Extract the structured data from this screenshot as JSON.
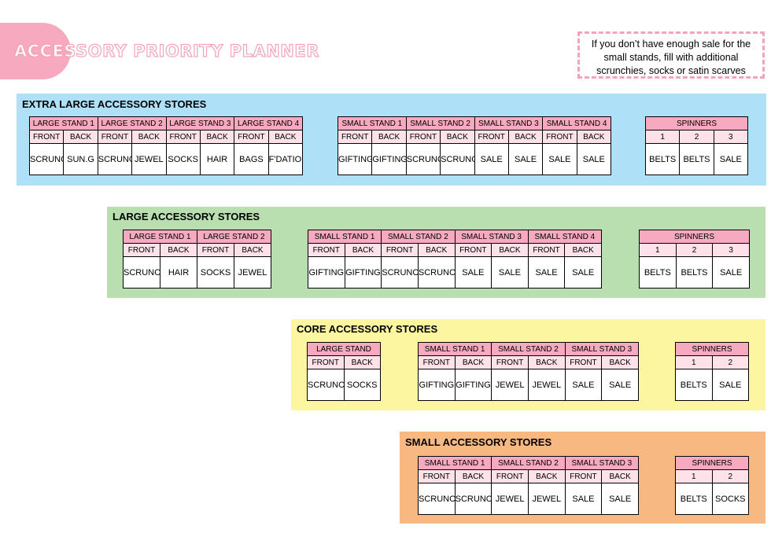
{
  "header": {
    "title": "ACCESSORY PRIORITY PLANNER",
    "note": "If you don’t have enough sale for the small stands, fill with additional scrunchies, socks or satin scarves"
  },
  "colors": {
    "accent_pink": "#f7a9bf",
    "sub_pink": "#fde2ea"
  },
  "panels": [
    {
      "title": "EXTRA LARGE ACCESSORY STORES",
      "color": "#aee0f8",
      "groups": [
        {
          "headers": [
            "LARGE STAND 1",
            "LARGE STAND 2",
            "LARGE STAND 3",
            "LARGE STAND 4"
          ],
          "sub": [
            "FRONT",
            "BACK",
            "FRONT",
            "BACK",
            "FRONT",
            "BACK",
            "FRONT",
            "BACK"
          ],
          "values": [
            "SCRUNCHIE",
            "SUN.G",
            "SCRUNCHIE",
            "JEWEL",
            "SOCKS",
            "HAIR",
            "BAGS",
            "F'DATION"
          ]
        },
        {
          "headers": [
            "SMALL STAND 1",
            "SMALL STAND 2",
            "SMALL STAND 3",
            "SMALL STAND 4"
          ],
          "sub": [
            "FRONT",
            "BACK",
            "FRONT",
            "BACK",
            "FRONT",
            "BACK",
            "FRONT",
            "BACK"
          ],
          "values": [
            "GIFTING",
            "GIFTING",
            "SCRUNCHIE",
            "SCRUNCHIE",
            "SALE",
            "SALE",
            "SALE",
            "SALE"
          ]
        },
        {
          "headers": [
            "SPINNERS"
          ],
          "sub": [
            "1",
            "2",
            "3"
          ],
          "values": [
            "BELTS",
            "BELTS",
            "SALE"
          ]
        }
      ]
    },
    {
      "title": "LARGE ACCESSORY STORES",
      "color": "#b9dfb0",
      "groups": [
        {
          "headers": [
            "LARGE STAND 1",
            "LARGE STAND 2"
          ],
          "sub": [
            "FRONT",
            "BACK",
            "FRONT",
            "BACK"
          ],
          "values": [
            "SCRUNCHIE",
            "HAIR",
            "SOCKS",
            "JEWEL"
          ]
        },
        {
          "headers": [
            "SMALL STAND 1",
            "SMALL STAND 2",
            "SMALL STAND 3",
            "SMALL STAND 4"
          ],
          "sub": [
            "FRONT",
            "BACK",
            "FRONT",
            "BACK",
            "FRONT",
            "BACK",
            "FRONT",
            "BACK"
          ],
          "values": [
            "GIFTING",
            "GIFTING",
            "SCRUNCHIE",
            "SCRUNCHIE",
            "SALE",
            "SALE",
            "SALE",
            "SALE"
          ]
        },
        {
          "headers": [
            "SPINNERS"
          ],
          "sub": [
            "1",
            "2",
            "3"
          ],
          "values": [
            "BELTS",
            "BELTS",
            "SALE"
          ]
        }
      ]
    },
    {
      "title": "CORE ACCESSORY STORES",
      "color": "#fbf69f",
      "groups": [
        {
          "headers": [
            "LARGE STAND"
          ],
          "sub": [
            "FRONT",
            "BACK"
          ],
          "values": [
            "SCRUNCHIE",
            "SOCKS"
          ]
        },
        {
          "headers": [
            "SMALL STAND 1",
            "SMALL STAND 2",
            "SMALL STAND 3"
          ],
          "sub": [
            "FRONT",
            "BACK",
            "FRONT",
            "BACK",
            "FRONT",
            "BACK"
          ],
          "values": [
            "GIFTING",
            "GIFTING",
            "JEWEL",
            "JEWEL",
            "SALE",
            "SALE"
          ]
        },
        {
          "headers": [
            "SPINNERS"
          ],
          "sub": [
            "1",
            "2"
          ],
          "values": [
            "BELTS",
            "SALE"
          ]
        }
      ]
    },
    {
      "title": "SMALL ACCESSORY STORES",
      "color": "#f8b882",
      "groups": [
        {
          "headers": [
            "SMALL STAND 1",
            "SMALL STAND 2",
            "SMALL STAND 3"
          ],
          "sub": [
            "FRONT",
            "BACK",
            "FRONT",
            "BACK",
            "FRONT",
            "BACK"
          ],
          "values": [
            "SCRUNCHIE",
            "SCRUNCHIE",
            "JEWEL",
            "JEWEL",
            "SALE",
            "SALE"
          ]
        },
        {
          "headers": [
            "SPINNERS"
          ],
          "sub": [
            "1",
            "2"
          ],
          "values": [
            "BELTS",
            "SOCKS"
          ]
        }
      ]
    }
  ]
}
